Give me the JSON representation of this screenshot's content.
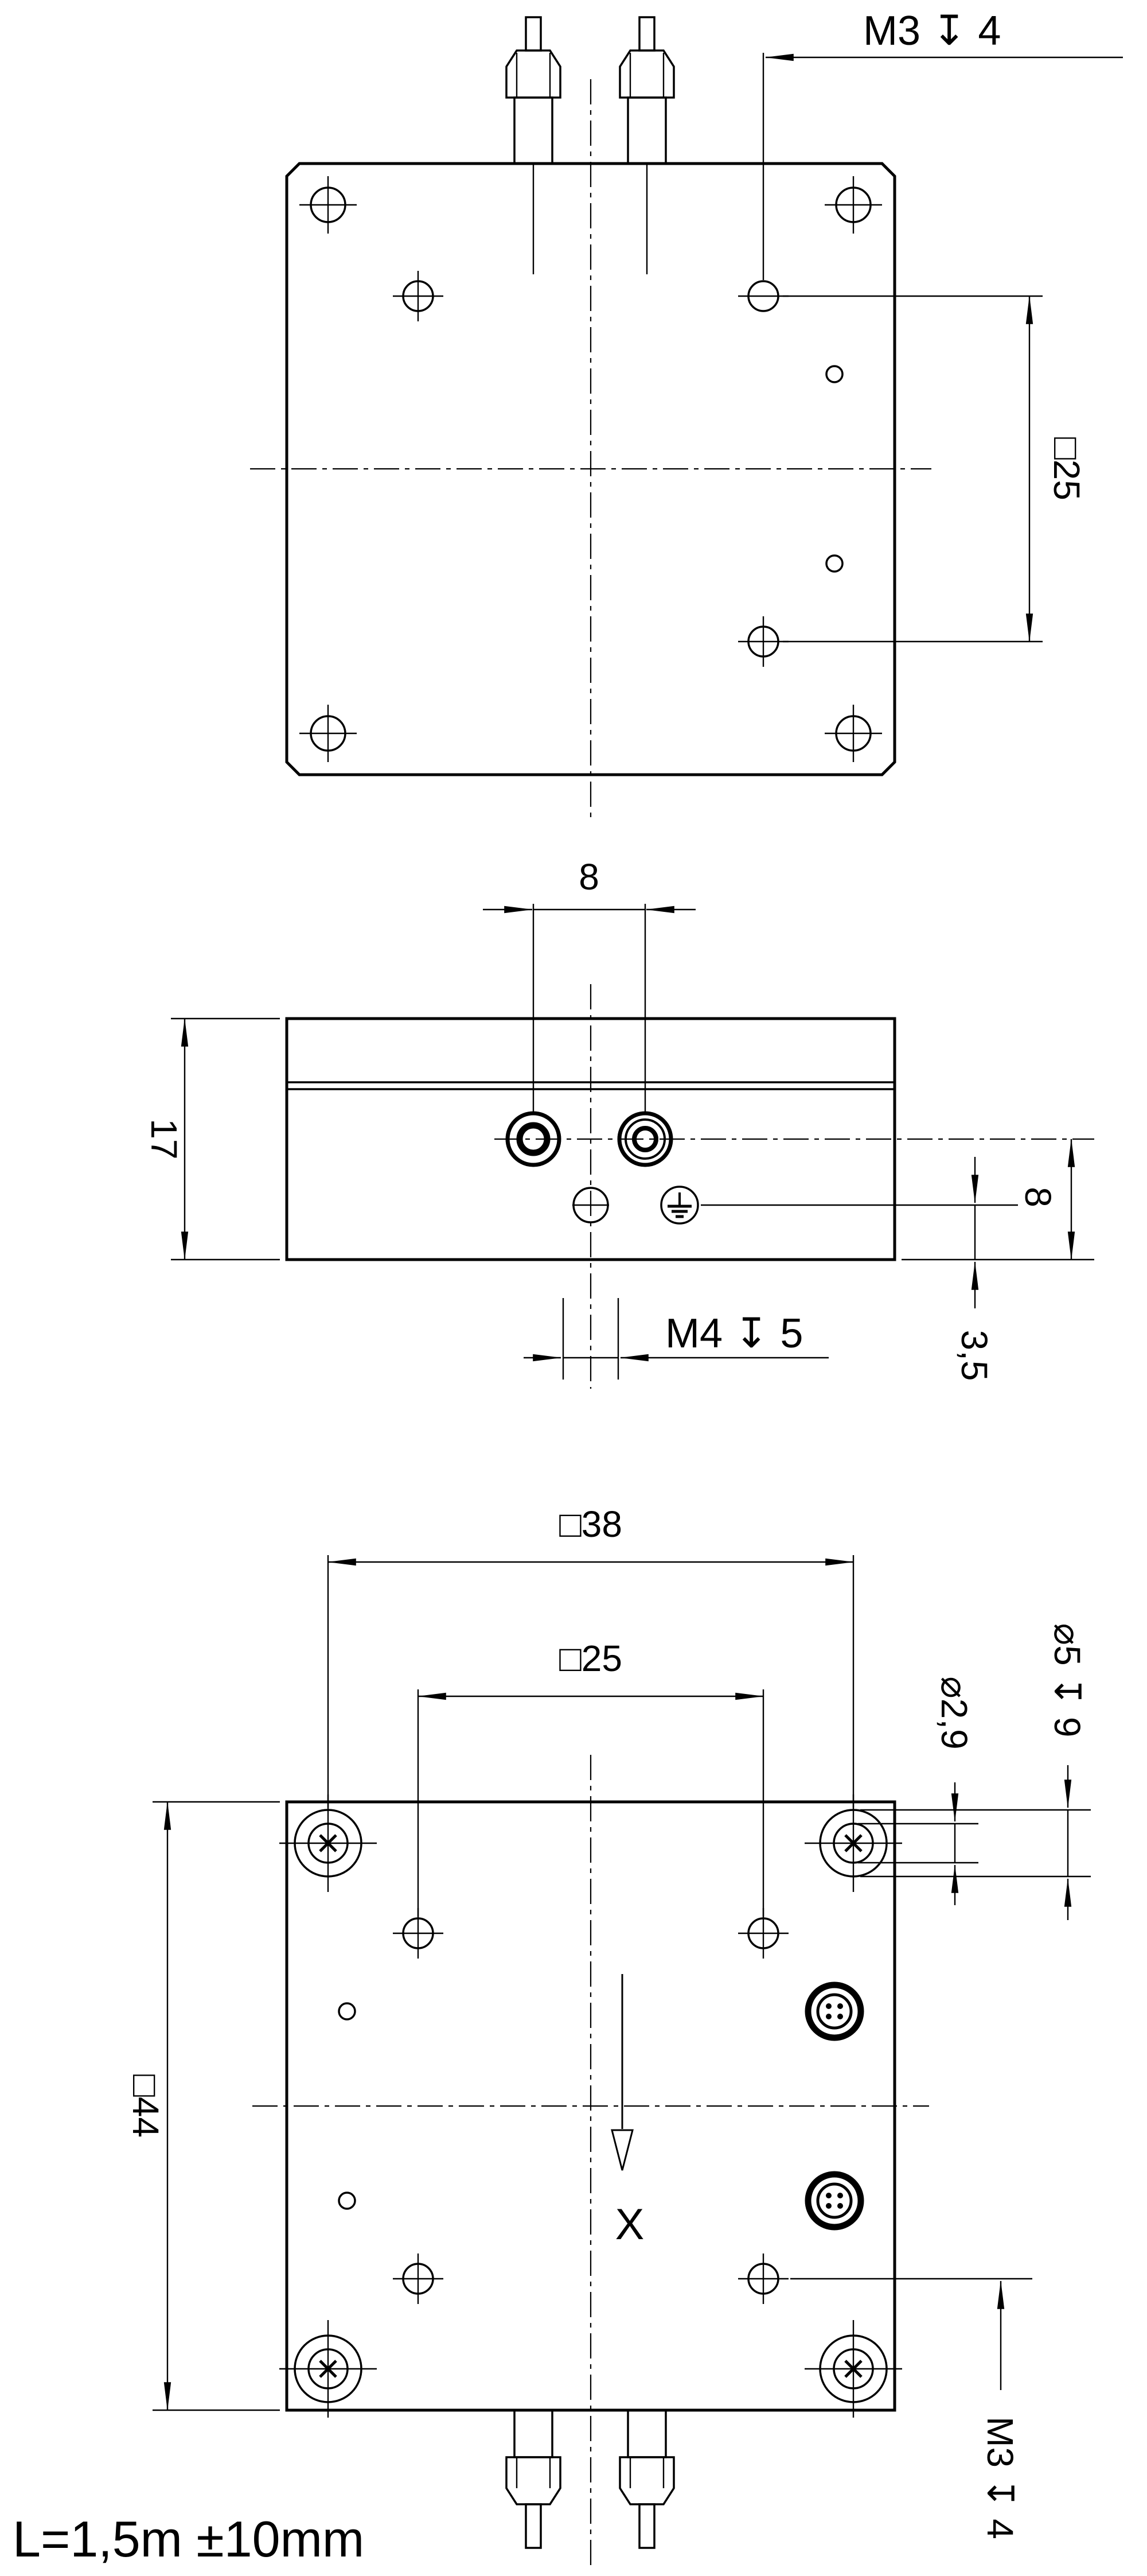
{
  "colors": {
    "ink": "#000000",
    "paper": "#ffffff"
  },
  "views": {
    "top": {
      "thread_callout": "M3 ↧ 4",
      "square_pitch": "□25"
    },
    "side": {
      "connector_spacing": "8",
      "height": "17",
      "port_offset": "8",
      "earth_offset": "3,5",
      "thread_callout": "M4 ↧ 5"
    },
    "bottom": {
      "screw_pitch": "□38",
      "thread_pitch": "□25",
      "hole_dia": "⌀2,9",
      "cbore_callout": "⌀5 ↧ 9",
      "body_size": "□44",
      "axis_label": "X",
      "thread_callout": "M3 ↧ 4"
    }
  },
  "notes": {
    "cable_length": "L=1,5m ±10mm"
  }
}
